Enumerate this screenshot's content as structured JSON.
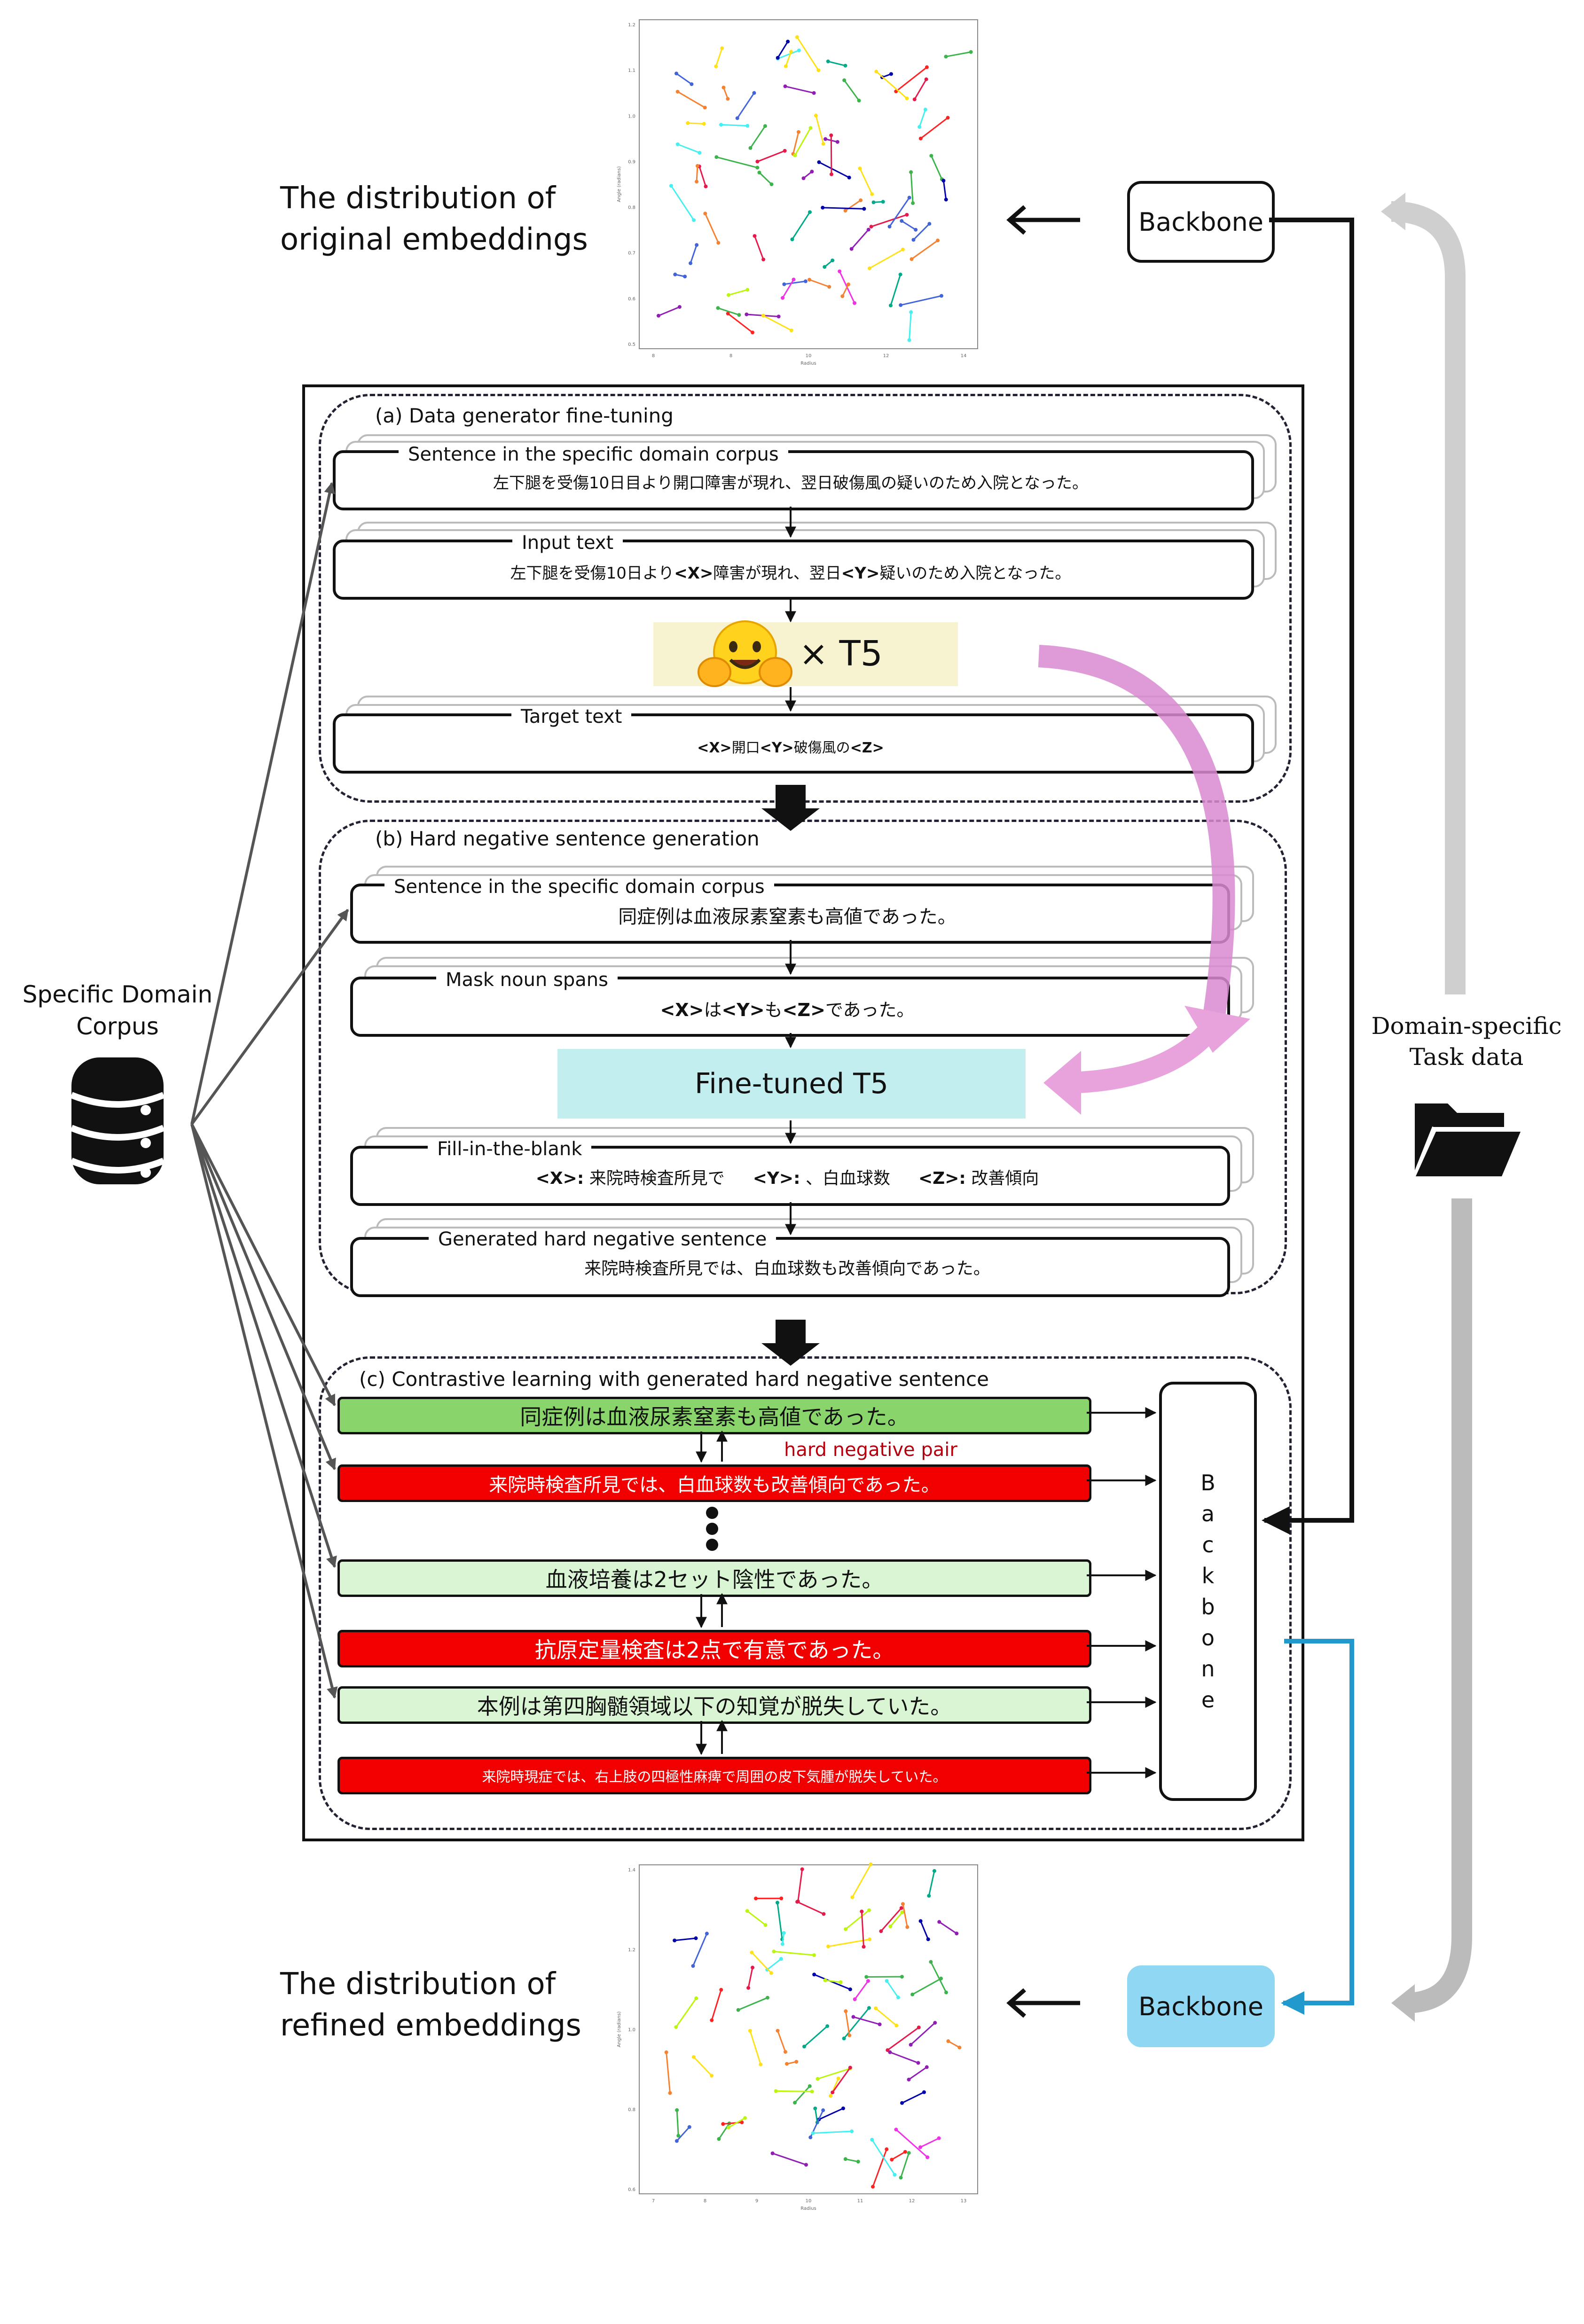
{
  "labels": {
    "original_distribution": [
      "The distribution of",
      "original embeddings"
    ],
    "refined_distribution": [
      "The distribution of",
      "refined embeddings"
    ],
    "specific_domain_corpus": [
      "Specific Domain",
      "Corpus"
    ],
    "task_data": [
      "Domain-specific",
      "Task data"
    ],
    "backbone": "Backbone",
    "backbone_letters": [
      "B",
      "a",
      "c",
      "k",
      "b",
      "o",
      "n",
      "e"
    ]
  },
  "panel_a": {
    "title": "(a) Data generator fine-tuning",
    "sentence_label": "Sentence in the specific domain corpus",
    "sentence": "左下腿を受傷10日目より開口障害が現れ、翌日破傷風の疑いのため入院となった。",
    "input_label": "Input text",
    "input_segments": [
      {
        "text": "左下腿を受傷10日より",
        "tag": false
      },
      {
        "text": "<X>",
        "tag": true
      },
      {
        "text": "障害が現れ、翌日",
        "tag": false
      },
      {
        "text": "<Y>",
        "tag": true
      },
      {
        "text": "疑いのため入院となった。",
        "tag": false
      }
    ],
    "model": "× T5",
    "target_label": "Target text",
    "target_segments": [
      {
        "text": "<X>",
        "tag": true
      },
      {
        "text": "開口",
        "tag": false
      },
      {
        "text": "<Y>",
        "tag": true
      },
      {
        "text": "破傷風の",
        "tag": false
      },
      {
        "text": "<Z>",
        "tag": true
      }
    ]
  },
  "panel_b": {
    "title": "(b) Hard negative sentence generation",
    "sentence_label": "Sentence in the specific domain corpus",
    "sentence": "同症例は血液尿素窒素も高値であった。",
    "mask_label": "Mask noun spans",
    "mask_segments": [
      {
        "text": "<X>",
        "tag": true
      },
      {
        "text": "は",
        "tag": false
      },
      {
        "text": "<Y>",
        "tag": true
      },
      {
        "text": "も",
        "tag": false
      },
      {
        "text": "<Z>",
        "tag": true
      },
      {
        "text": "であった。",
        "tag": false
      }
    ],
    "model": "Fine-tuned T5",
    "fill_label": "Fill-in-the-blank",
    "fill_segments": [
      {
        "text": "<X>:",
        "tag": true
      },
      {
        "text": " 来院時検査所見で",
        "tag": false
      },
      {
        "text": "<Y>:",
        "tag": true
      },
      {
        "text": " 、白血球数",
        "tag": false
      },
      {
        "text": "<Z>:",
        "tag": true
      },
      {
        "text": " 改善傾向",
        "tag": false
      }
    ],
    "generated_label": "Generated hard negative sentence",
    "generated": "来院時検査所見では、白血球数も改善傾向であった。"
  },
  "panel_c": {
    "title": "(c) Contrastive learning with generated hard negative sentence",
    "pair_label": "hard negative pair",
    "rows": [
      "同症例は血液尿素窒素も高値であった。",
      "来院時検査所見では、白血球数も改善傾向であった。",
      "血液培養は2セット陰性であった。",
      "抗原定量検査は2点で有意であった。",
      "本例は第四胸髄領域以下の知覚が脱失していた。",
      "来院時現症では、右上肢の四極性麻痺で周囲の皮下気腫が脱失していた。"
    ]
  },
  "colors": {
    "positive_first": "#8ad46c",
    "positive": "#d9f5d3",
    "negative": "#f20000",
    "fine_tuned_t5": "#c3eef0",
    "t5_box": "#f7f2d0",
    "refined_backbone": "#8fd7f2",
    "fine_tune_arrow": "#d989d0",
    "refined_link": "#2299cc"
  },
  "icons": [
    "hugging-face-icon",
    "database-icon",
    "folder-icon"
  ],
  "scatter_original": {
    "x_label": "Radius",
    "y_label": "Angle (radians)",
    "x_ticks": [
      "8",
      "8",
      "10",
      "12",
      "14"
    ],
    "y_ticks": [
      "1.2",
      "1.1",
      "1.0",
      "0.9",
      "0.8",
      "0.7",
      "0.6",
      "0.5"
    ]
  },
  "scatter_refined": {
    "x_label": "Radius",
    "y_label": "Angle (radians)",
    "x_ticks": [
      "7",
      "8",
      "9",
      "10",
      "11",
      "12",
      "13"
    ],
    "y_ticks": [
      "1.4",
      "1.2",
      "1.0",
      "0.8",
      "0.6"
    ]
  }
}
